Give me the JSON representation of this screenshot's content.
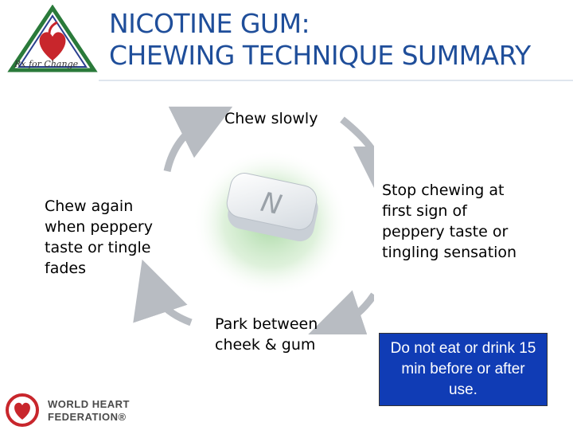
{
  "header": {
    "logo_text": "Rx for Change",
    "title_line1": "NICOTINE GUM:",
    "title_line2": "CHEWING TECHNIQUE SUMMARY"
  },
  "cycle": {
    "step_top": "Chew slowly",
    "step_right": [
      "Stop chewing at",
      "first sign of",
      "peppery taste or",
      "tingling sensation"
    ],
    "step_bottom": [
      "Park between",
      "cheek & gum"
    ],
    "step_left": [
      "Chew again",
      "when peppery",
      "taste or tingle",
      "fades"
    ]
  },
  "notice": {
    "text": "Do not eat or drink 15 min before or after use."
  },
  "footer": {
    "org_line1": "WORLD HEART",
    "org_line2": "FEDERATION®"
  },
  "colors": {
    "title": "#1f4e9a",
    "notice_bg": "#103cb5",
    "arrow": "#b8bcc2",
    "logo_red": "#c8262c"
  }
}
